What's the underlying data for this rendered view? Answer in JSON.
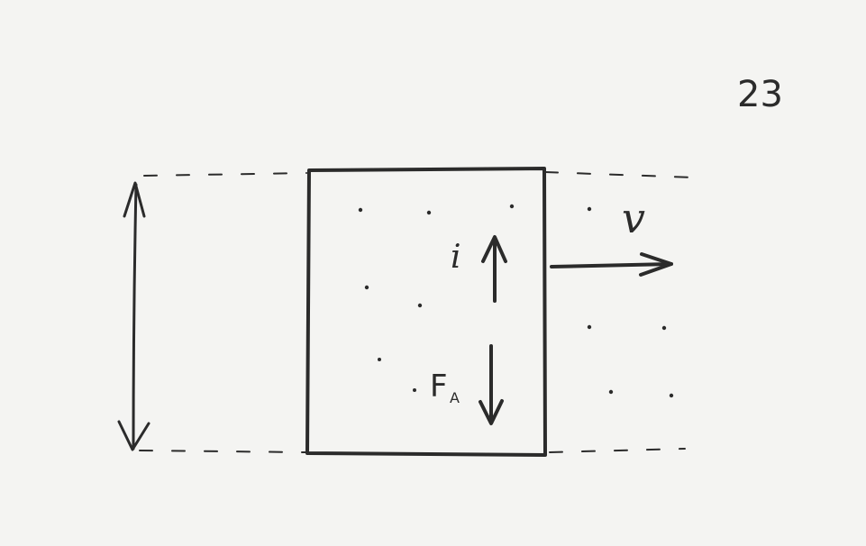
{
  "figure_number": "23",
  "labels": {
    "velocity": "v",
    "current": "i",
    "force": "F",
    "force_subscript": "A"
  },
  "colors": {
    "ink": "#2b2b2b",
    "paper": "#f4f4f2"
  }
}
